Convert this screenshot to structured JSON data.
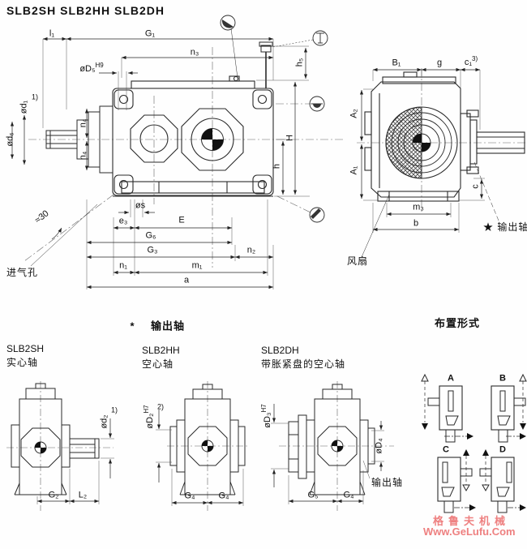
{
  "title": "SLB2SH  SLB2HH  SLB2DH",
  "main_view": {
    "dims": {
      "l1": "l₁",
      "G1": "G₁",
      "n3": "n₃",
      "D5_base": "øD₅",
      "D5_tol": "H9",
      "d1": "ød₁",
      "d1_note": "1)",
      "d6": "ød₆",
      "n4_upper": "n₄",
      "n4_lower": "n₄",
      "angle": "≈30",
      "s": "øs",
      "e3": "e₃",
      "E": "E",
      "G6": "G₆",
      "G3": "G₃",
      "n2": "n₂",
      "n1": "n₁",
      "m1": "m₁",
      "a": "a",
      "h5": "h₅",
      "H": "H",
      "h": "h"
    },
    "labels": {
      "air_inlet": "进气孔"
    }
  },
  "end_view": {
    "dims": {
      "B1": "B₁",
      "g": "g",
      "c1": "c₁",
      "c1_note": "3)",
      "A2": "A₂",
      "A1": "A₁",
      "c": "c",
      "m3": "m₃",
      "b": "b"
    },
    "labels": {
      "fan": "风扇",
      "output_shaft": "★ 输出轴"
    }
  },
  "output_section": {
    "star": "*",
    "heading": "输出轴",
    "arrangement_heading": "布置形式",
    "variants": [
      {
        "model": "SLB2SH",
        "desc": "实心轴"
      },
      {
        "model": "SLB2HH",
        "desc": "空心轴"
      },
      {
        "model": "SLB2DH",
        "desc": "带胀紧盘的空心轴"
      }
    ]
  },
  "detail_sh": {
    "d2": "ød₂",
    "d2_note": "1)",
    "G2": "G₂",
    "L2": "L₂"
  },
  "detail_hh": {
    "D2_base": "øD₂",
    "D2_tol": "H7",
    "D2_note": "2)",
    "G4_left": "G₄",
    "G4_right": "G₄"
  },
  "detail_dh": {
    "D3_base": "øD₃",
    "D3_tol": "H7",
    "D4": "øD₄",
    "G5": "G₅",
    "G4": "G₄",
    "output_shaft": "输出轴"
  },
  "arrangements": {
    "a": "A",
    "b": "B",
    "c": "C",
    "d": "D"
  },
  "watermark": {
    "line1": "格鲁夫机械",
    "line2": "Www.GeLufu.Com",
    "color": "#ee8080"
  }
}
